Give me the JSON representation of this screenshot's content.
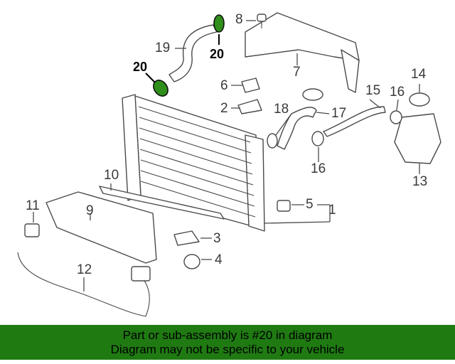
{
  "callouts": {
    "c1": "1",
    "c2": "2",
    "c3": "3",
    "c4": "4",
    "c5": "5",
    "c6": "6",
    "c7": "7",
    "c8": "8",
    "c9": "9",
    "c10": "10",
    "c11": "11",
    "c12": "12",
    "c13": "13",
    "c14": "14",
    "c15": "15",
    "c16a": "16",
    "c16b": "16",
    "c17": "17",
    "c18": "18",
    "c19": "19",
    "c20a": "20",
    "c20b": "20"
  },
  "colors": {
    "highlight": "#2f8f1a",
    "banner": "#1f7a12"
  },
  "banner": {
    "line1": "Part or sub-assembly is #20 in diagram",
    "line2": "Diagram may not be specific to your vehicle"
  }
}
